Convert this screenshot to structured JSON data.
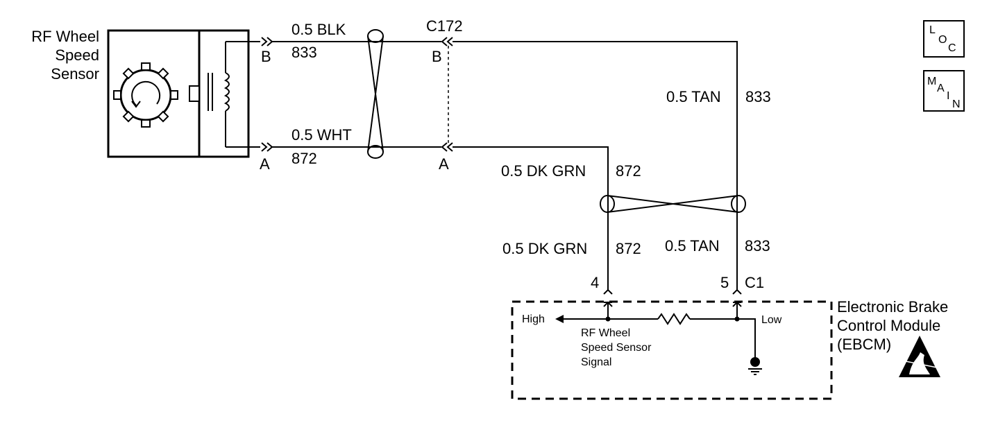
{
  "sensor": {
    "title_line1": "RF Wheel",
    "title_line2": "Speed",
    "title_line3": "Sensor"
  },
  "sensor_pins": {
    "b": "B",
    "a": "A"
  },
  "wires": {
    "top_color": "0.5 BLK",
    "top_circuit": "833",
    "bottom_color": "0.5 WHT",
    "bottom_circuit": "872",
    "tan_color": "0.5 TAN",
    "tan_circuit": "833",
    "grn_color": "0.5 DK GRN",
    "grn_circuit": "872",
    "tan_color_lower": "0.5 TAN",
    "tan_circuit_lower": "833",
    "grn_color_lower": "0.5 DK GRN",
    "grn_circuit_lower": "872"
  },
  "connector": {
    "name": "C172",
    "pin_b": "B",
    "pin_a": "A"
  },
  "ebcm_connector": {
    "name": "C1",
    "pin_4": "4",
    "pin_5": "5"
  },
  "ebcm": {
    "line1": "Electronic Brake",
    "line2": "Control Module",
    "line3": "(EBCM)",
    "high": "High",
    "low": "Low",
    "signal_line1": "RF Wheel",
    "signal_line2": "Speed Sensor",
    "signal_line3": "Signal"
  },
  "nav": {
    "loc_l": "L",
    "loc_o": "O",
    "loc_c": "C",
    "main_m": "M",
    "main_a": "A",
    "main_i": "I",
    "main_n": "N"
  }
}
